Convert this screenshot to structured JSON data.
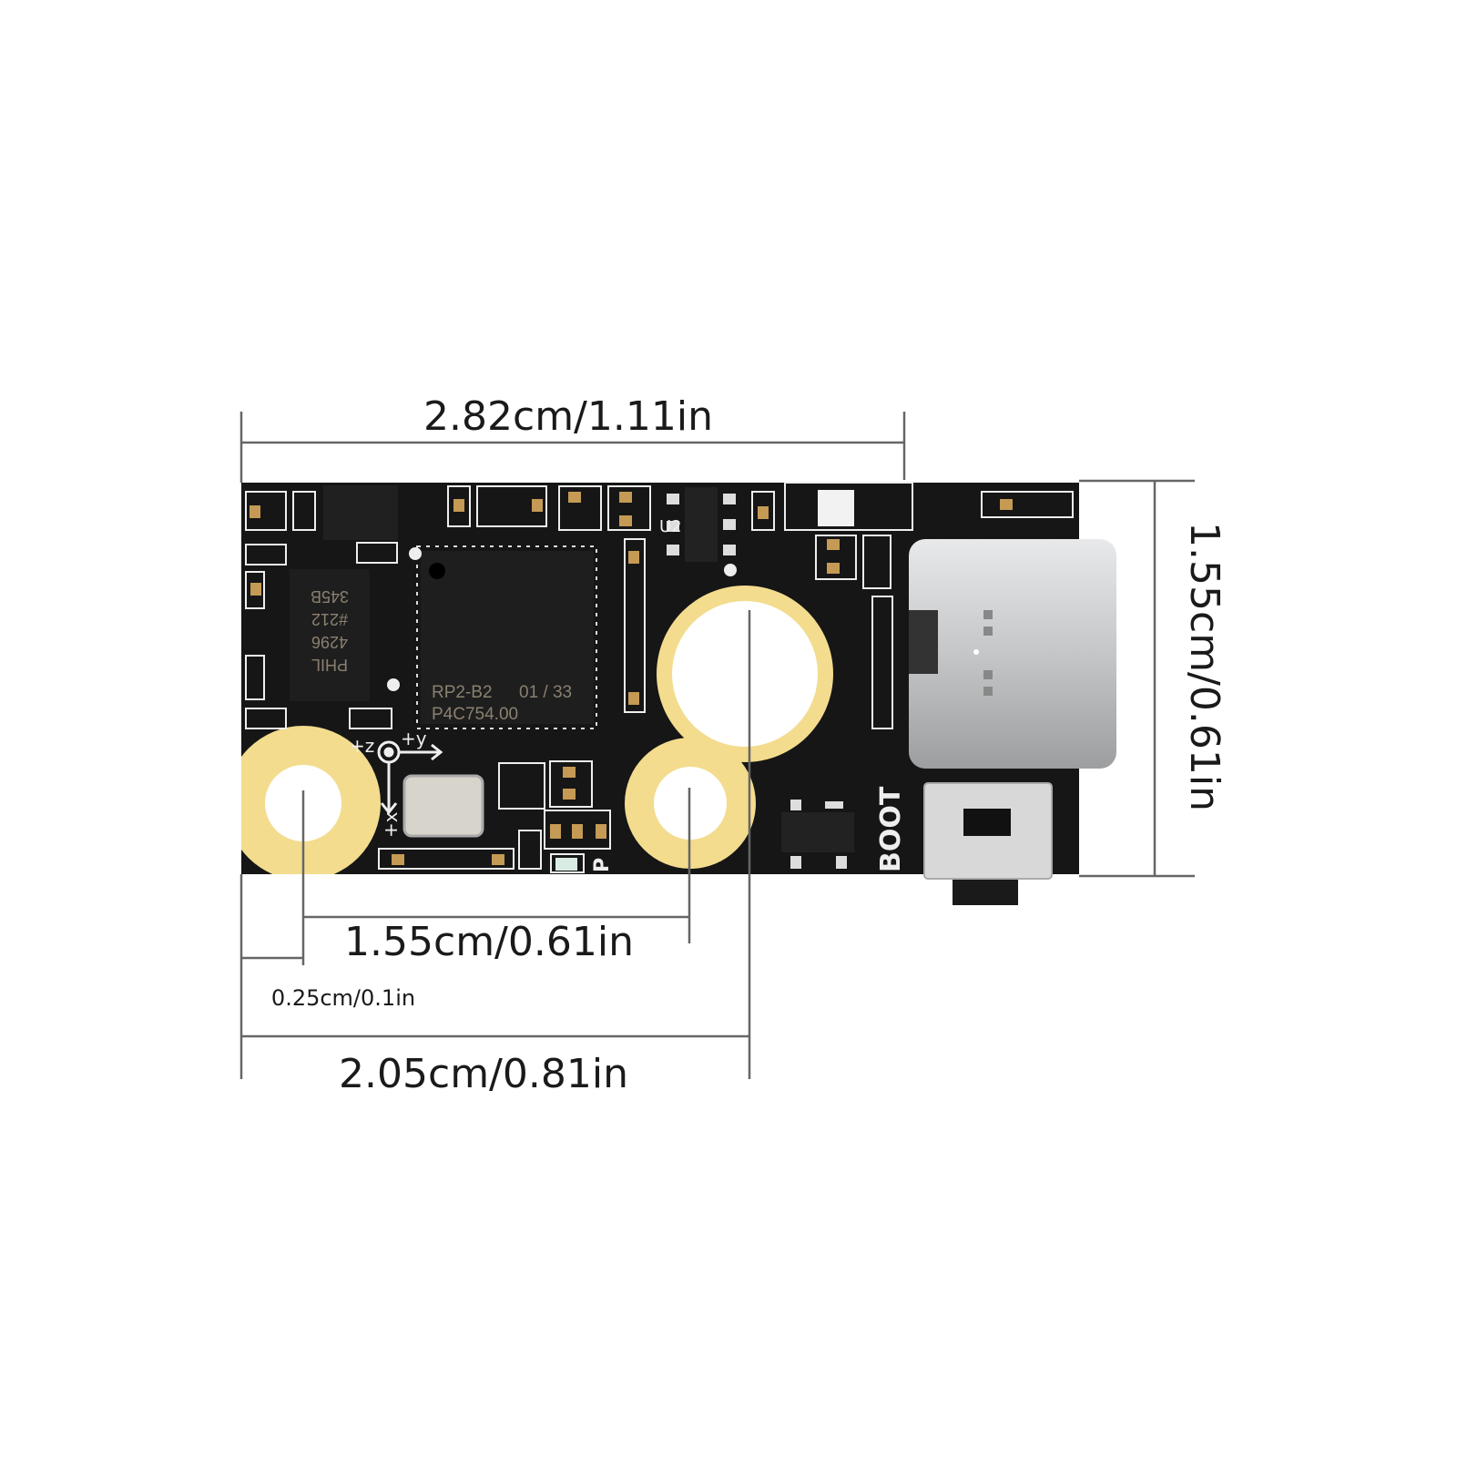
{
  "dimensions": {
    "width_total": "2.82cm/1.11in",
    "height_total": "1.55cm/0.61in",
    "hole_spacing": "1.55cm/0.61in",
    "hole_edge_offset": "0.25cm/0.1in",
    "edge_to_center_hole": "2.05cm/0.81in"
  },
  "board": {
    "mcu_marking_line1": "RP2-B2",
    "mcu_marking_line1b": "01 / 33",
    "mcu_marking_line2": "P4C754.00",
    "flash_marking": [
      "PHIL",
      "4296",
      "#212",
      "345B"
    ],
    "axis_z": "+z",
    "axis_y": "+y",
    "axis_x": "+x",
    "boot_label": "BOOT",
    "u2_label": "U2",
    "p_label": "P"
  },
  "colors": {
    "pcb": "#161616",
    "gold": "#f3dc8e",
    "usb_metal": "#cfd0d2",
    "line": "#555555"
  }
}
